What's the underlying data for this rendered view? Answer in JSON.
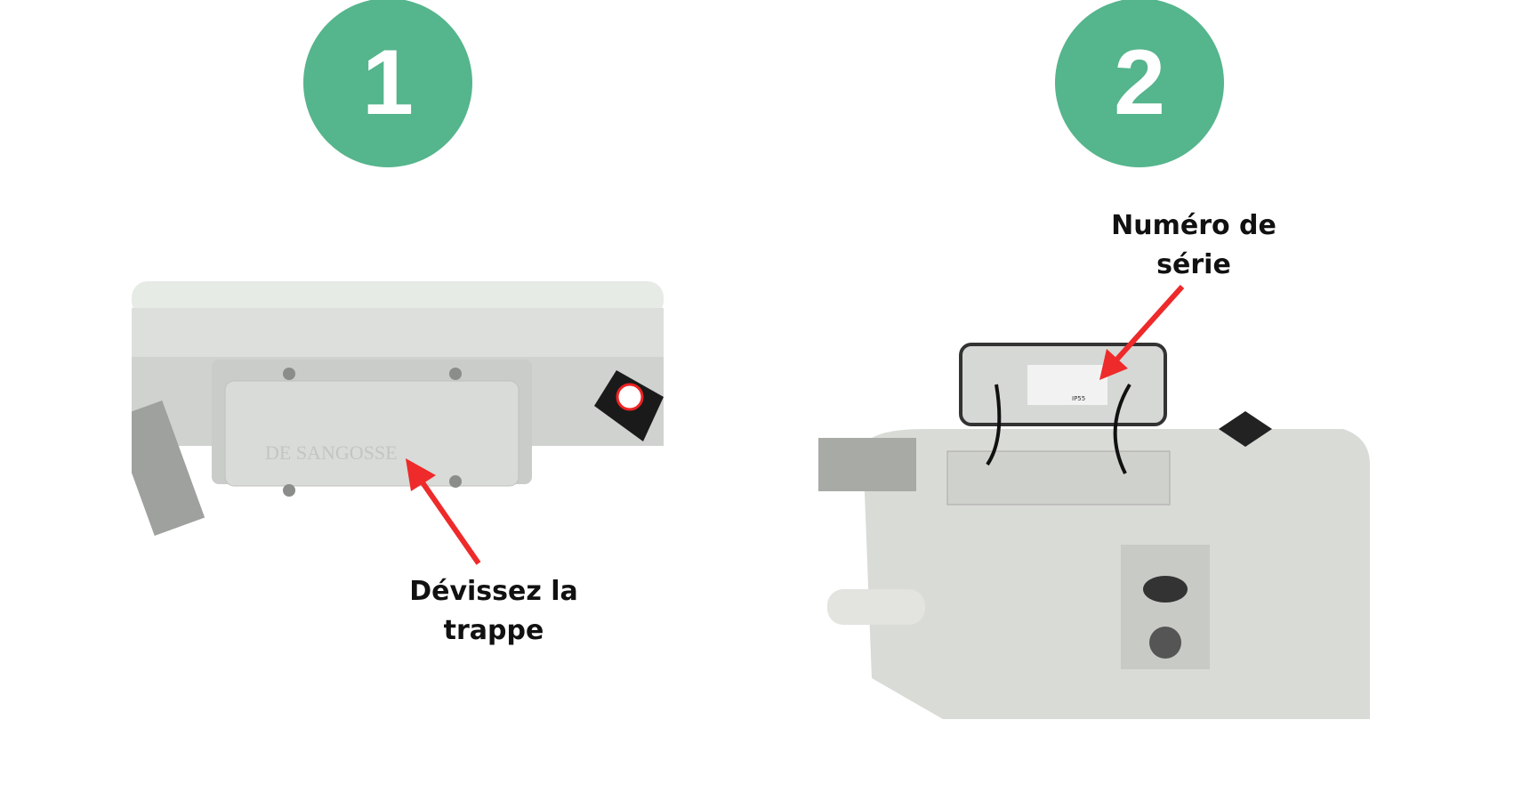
{
  "colors": {
    "step_circle": "#55b58c",
    "arrow": "#ee2a2a"
  },
  "steps": [
    {
      "number": "1",
      "caption_line1": "Dévissez la",
      "caption_line2": "trappe",
      "photo_brand": "DE SANGOSSE"
    },
    {
      "number": "2",
      "caption_line1": "Numéro de",
      "caption_line2": "série",
      "label_marking": "IP55"
    }
  ]
}
